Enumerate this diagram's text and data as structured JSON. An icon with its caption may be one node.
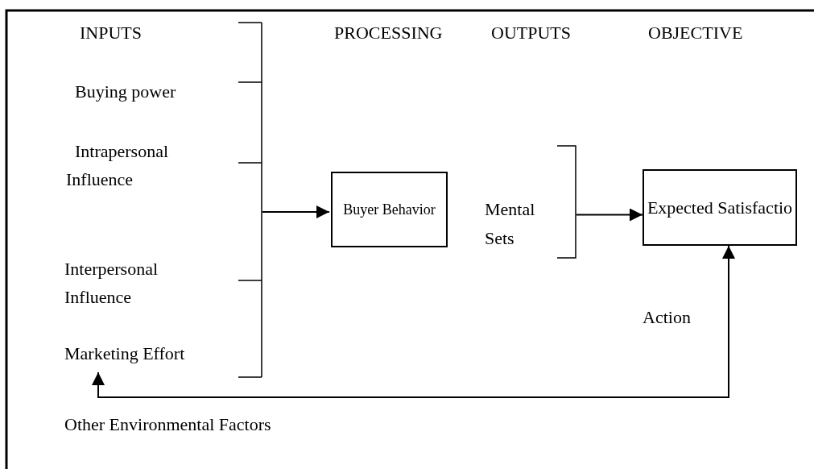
{
  "diagram": {
    "nodes": [
      {
        "text": [],
        "shape": "bracket"
      },
      {
        "text": [
          "Buyer Behavior"
        ]
      },
      {
        "text": [
          "Mental Sets"
        ]
      },
      {
        "text": [
          "Expected Satisfactio"
        ]
      },
      {
        "text": [
          "Marketing Effort"
        ]
      }
    ],
    "edges": [
      {
        "from": 0,
        "to": 1,
        "arrow": "to"
      },
      {
        "from": 2,
        "to": 3,
        "arrow": "to"
      },
      {
        "from": 4,
        "to": 3,
        "arrow": "both",
        "label": "Action"
      }
    ],
    "labels": [
      "INPUTS",
      "PROCESSING",
      "OUTPUTS",
      "OBJECTIVE",
      "Buying power",
      "Intrapersonal Influence",
      "Interpersonal Influence",
      "Other Environmental Factors"
    ]
  }
}
